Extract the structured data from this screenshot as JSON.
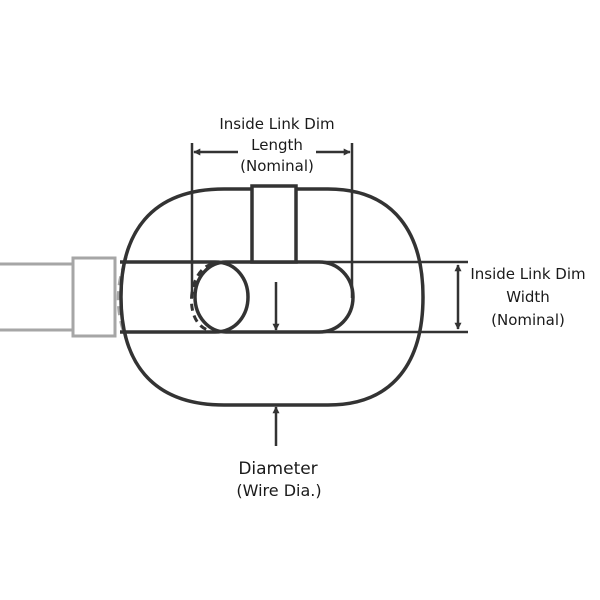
{
  "labels": {
    "length": {
      "line1": "Inside Link Dim",
      "line2": "Length",
      "line3": "(Nominal)"
    },
    "width": {
      "line1": "Inside Link Dim",
      "line2": "Width",
      "line3": "(Nominal)"
    },
    "diameter": {
      "line1": "Diameter",
      "line2": "(Wire Dia.)"
    }
  },
  "colors": {
    "link_outline": "#333333",
    "adjacent_link": "#a6a6a6",
    "text": "#1a1a1a"
  }
}
